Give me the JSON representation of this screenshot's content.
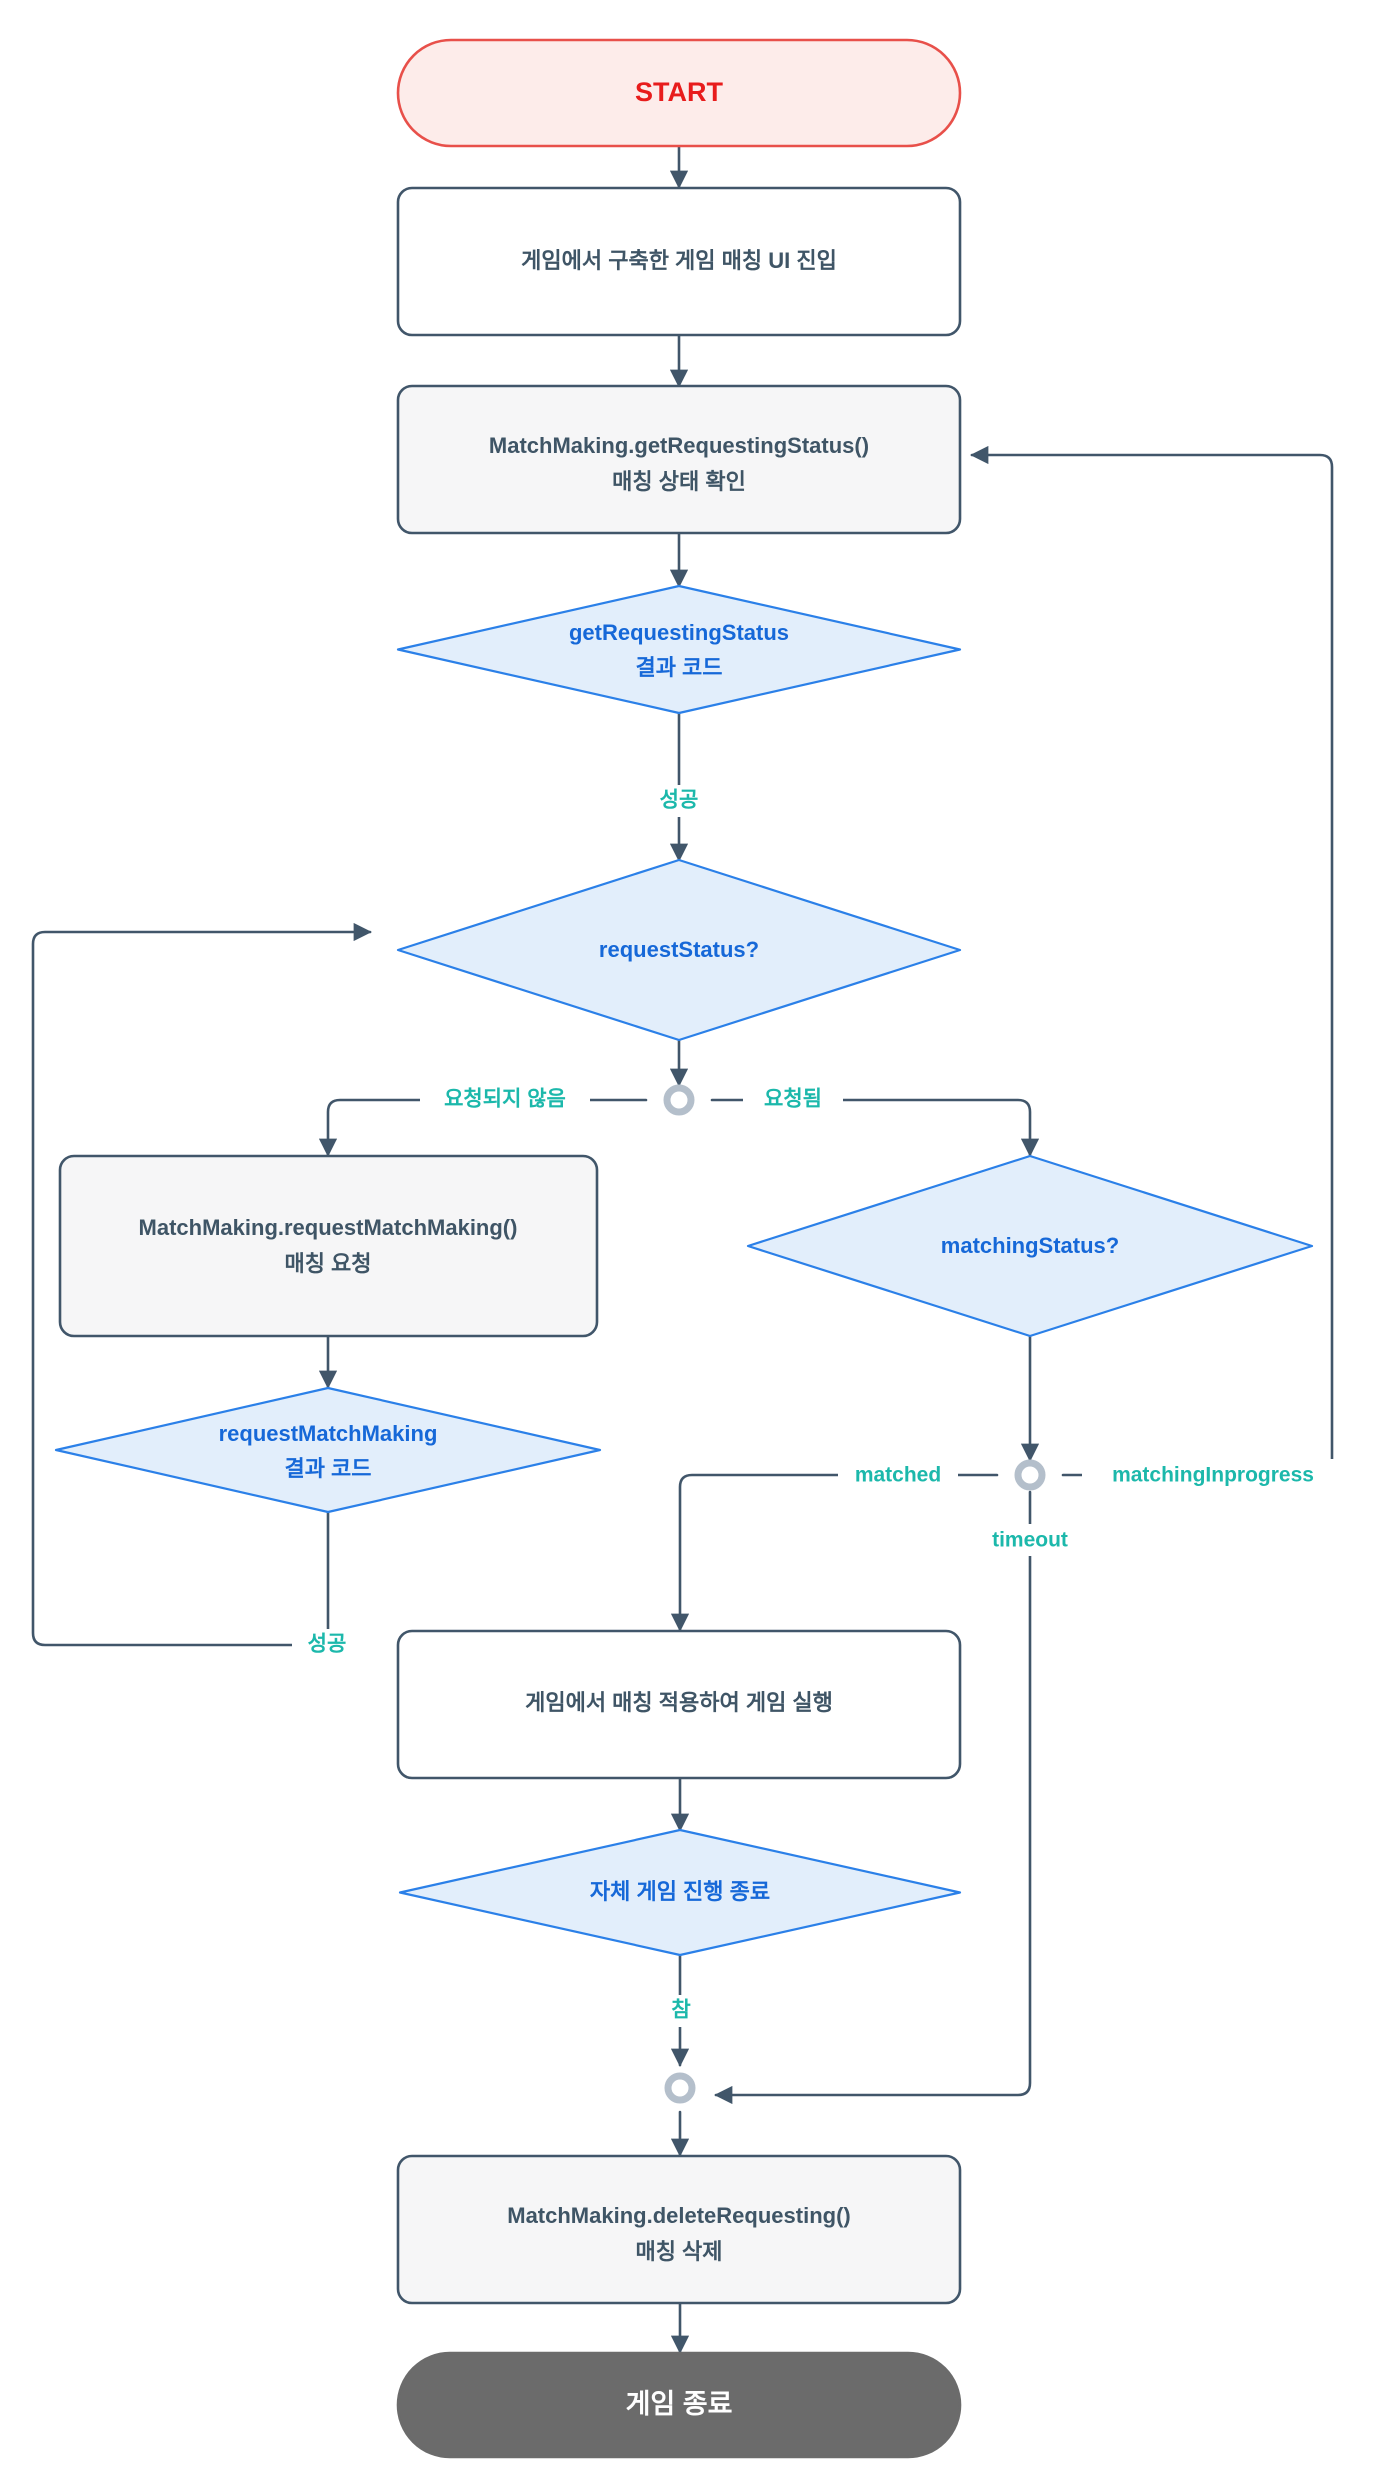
{
  "diagram": {
    "type": "flowchart",
    "direction": "top-to-bottom",
    "palette": {
      "start_fill": "#fdecea",
      "start_stroke": "#e8504a",
      "start_text": "#e81c1c",
      "process_fill": "#ffffff",
      "process_alt_fill": "#f6f6f7",
      "process_stroke": "#41566a",
      "process_text": "#3f5566",
      "decision_fill": "#e2eefb",
      "decision_stroke": "#2b80e8",
      "decision_text": "#1668d8",
      "edge_label_text": "#1cb8ab",
      "edge_stroke": "#41566a",
      "junction_stroke": "#b4bfcb",
      "end_fill": "#6b6b6b",
      "end_stroke": "#6b6b6b",
      "end_text": "#ffffff"
    },
    "nodes": [
      {
        "id": "start",
        "shape": "stadium",
        "lines": [
          "START"
        ]
      },
      {
        "id": "enter_ui",
        "shape": "rect",
        "lines": [
          "게임에서 구축한 게임 매칭 UI 진입"
        ]
      },
      {
        "id": "get_status",
        "shape": "rect",
        "lines": [
          "MatchMaking.getRequestingStatus()",
          "매칭 상태 확인"
        ]
      },
      {
        "id": "get_result",
        "shape": "diamond",
        "lines": [
          "getRequestingStatus",
          "결과 코드"
        ]
      },
      {
        "id": "req_status",
        "shape": "diamond",
        "lines": [
          "requestStatus?"
        ]
      },
      {
        "id": "request_mm",
        "shape": "rect",
        "lines": [
          "MatchMaking.requestMatchMaking()",
          "매칭 요청"
        ]
      },
      {
        "id": "req_result",
        "shape": "diamond",
        "lines": [
          "requestMatchMaking",
          "결과 코드"
        ]
      },
      {
        "id": "match_status",
        "shape": "diamond",
        "lines": [
          "matchingStatus?"
        ]
      },
      {
        "id": "run_game",
        "shape": "rect",
        "lines": [
          "게임에서 매칭 적용하여 게임 실행"
        ]
      },
      {
        "id": "game_over",
        "shape": "diamond",
        "lines": [
          "자체 게임 진행 종료"
        ]
      },
      {
        "id": "delete_req",
        "shape": "rect",
        "lines": [
          "MatchMaking.deleteRequesting()",
          "매칭 삭제"
        ]
      },
      {
        "id": "end",
        "shape": "stadium",
        "lines": [
          "게임 종료"
        ]
      }
    ],
    "edge_labels": {
      "get_result_success": "성공",
      "req_status_not_requested": "요청되지 않음",
      "req_status_requested": "요청됨",
      "req_result_success": "성공",
      "match_status_matched": "matched",
      "match_status_inprogress": "matchingInprogress",
      "match_status_timeout": "timeout",
      "game_over_true": "참"
    },
    "edges": [
      {
        "from": "start",
        "to": "enter_ui",
        "label": ""
      },
      {
        "from": "enter_ui",
        "to": "get_status",
        "label": ""
      },
      {
        "from": "get_status",
        "to": "get_result",
        "label": ""
      },
      {
        "from": "get_result",
        "to": "req_status",
        "label": "성공"
      },
      {
        "from": "req_status",
        "to": "request_mm",
        "label": "요청되지 않음"
      },
      {
        "from": "req_status",
        "to": "match_status",
        "label": "요청됨"
      },
      {
        "from": "request_mm",
        "to": "req_result",
        "label": ""
      },
      {
        "from": "req_result",
        "to": "req_status",
        "label": "성공"
      },
      {
        "from": "match_status",
        "to": "run_game",
        "label": "matched"
      },
      {
        "from": "match_status",
        "to": "get_status",
        "label": "matchingInprogress"
      },
      {
        "from": "match_status",
        "to": "delete_req",
        "label": "timeout"
      },
      {
        "from": "run_game",
        "to": "game_over",
        "label": ""
      },
      {
        "from": "game_over",
        "to": "delete_req",
        "label": "참"
      },
      {
        "from": "delete_req",
        "to": "end",
        "label": ""
      }
    ]
  }
}
